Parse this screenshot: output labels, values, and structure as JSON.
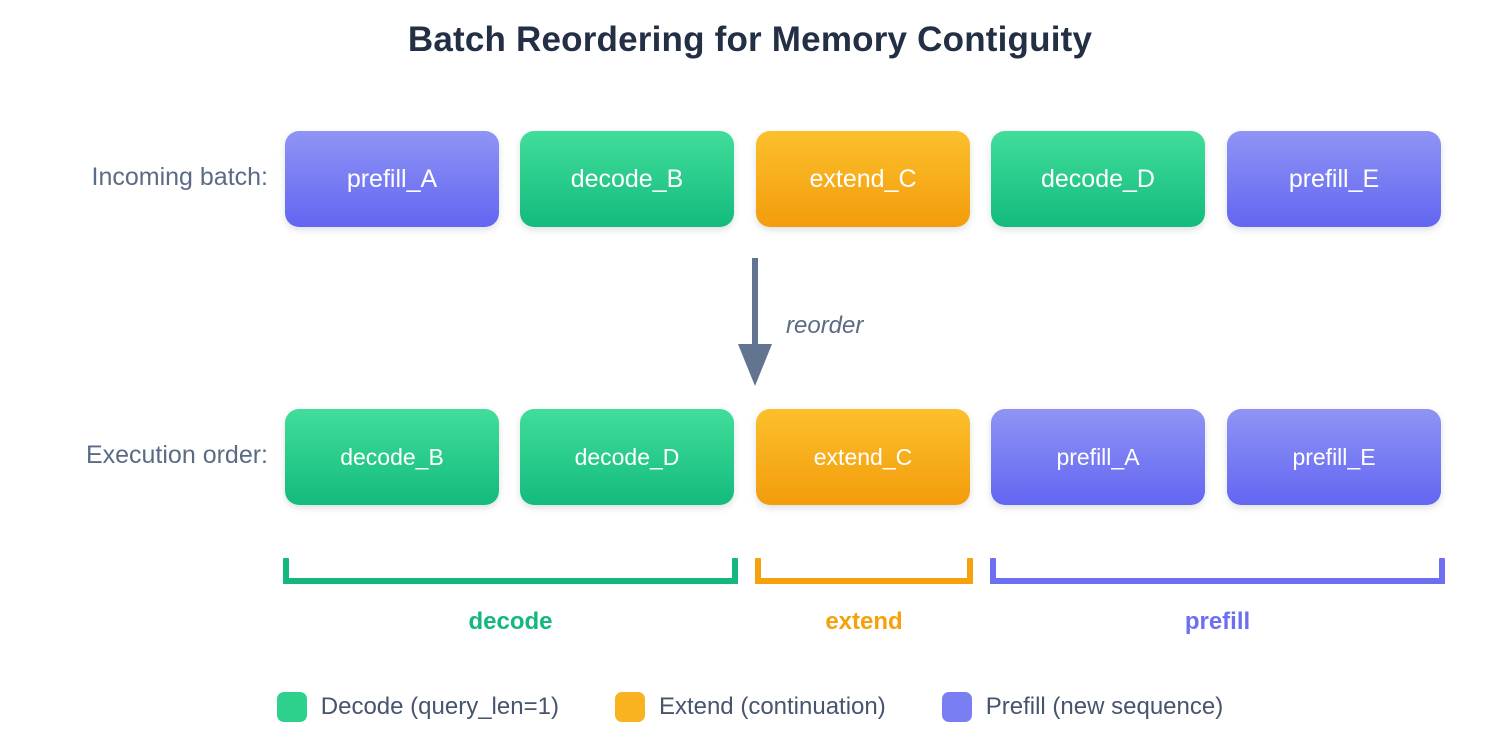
{
  "title": "Batch Reordering for Memory Contiguity",
  "rows": {
    "incoming": {
      "label": "Incoming batch:",
      "boxes": [
        {
          "text": "prefill_A",
          "kind": "prefill"
        },
        {
          "text": "decode_B",
          "kind": "decode"
        },
        {
          "text": "extend_C",
          "kind": "extend"
        },
        {
          "text": "decode_D",
          "kind": "decode"
        },
        {
          "text": "prefill_E",
          "kind": "prefill"
        }
      ]
    },
    "execution": {
      "label": "Execution order:",
      "boxes": [
        {
          "text": "decode_B",
          "kind": "decode"
        },
        {
          "text": "decode_D",
          "kind": "decode"
        },
        {
          "text": "extend_C",
          "kind": "extend"
        },
        {
          "text": "prefill_A",
          "kind": "prefill"
        },
        {
          "text": "prefill_E",
          "kind": "prefill"
        }
      ]
    }
  },
  "arrow": {
    "label": "reorder",
    "icon": "down-arrow-icon",
    "color": "#62748f"
  },
  "brackets": [
    {
      "label": "decode",
      "color": "#14b87c"
    },
    {
      "label": "extend",
      "color": "#f5a10b"
    },
    {
      "label": "prefill",
      "color": "#6c6ff2"
    }
  ],
  "legend": [
    {
      "label": "Decode (query_len=1)",
      "color": "#2dd18c"
    },
    {
      "label": "Extend (continuation)",
      "color": "#f9b220"
    },
    {
      "label": "Prefill (new sequence)",
      "color": "#7a7ef3"
    }
  ],
  "colors": {
    "decode_top": "#41dd9b",
    "decode_bottom": "#13bb7c",
    "extend_top": "#fcc02c",
    "extend_bottom": "#f39c0c",
    "prefill_top": "#8f94f5",
    "prefill_bottom": "#6366f1",
    "title_text": "#232f45",
    "label_text": "#5c6b84",
    "background": "#ffffff"
  }
}
